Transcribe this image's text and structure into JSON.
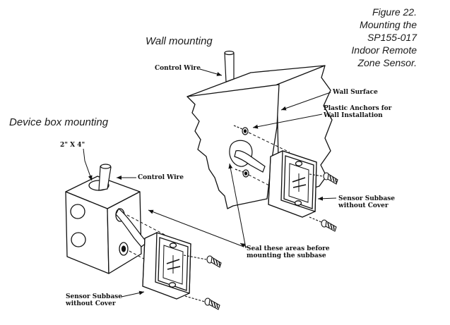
{
  "caption": {
    "lines": [
      "Figure 22.",
      "Mounting the",
      "SP155-017",
      "Indoor Remote",
      "Zone Sensor."
    ]
  },
  "headings": {
    "wall": "Wall mounting",
    "device_box": "Device box mounting"
  },
  "labels": {
    "control_wire_wall": "Control Wire",
    "wall_surface": "Wall Surface",
    "plastic_anchors_1": "Plastic Anchors for",
    "plastic_anchors_2": "Wall Installation",
    "sensor_subbase_right_1": "Sensor Subbase",
    "sensor_subbase_right_2": "without Cover",
    "box_size": "2\" X 4\"",
    "control_wire_box": "Control Wire",
    "seal_1": "Seal these areas before",
    "seal_2": "mounting the subbase",
    "sensor_subbase_left_1": "Sensor Subbase",
    "sensor_subbase_left_2": "without Cover"
  }
}
